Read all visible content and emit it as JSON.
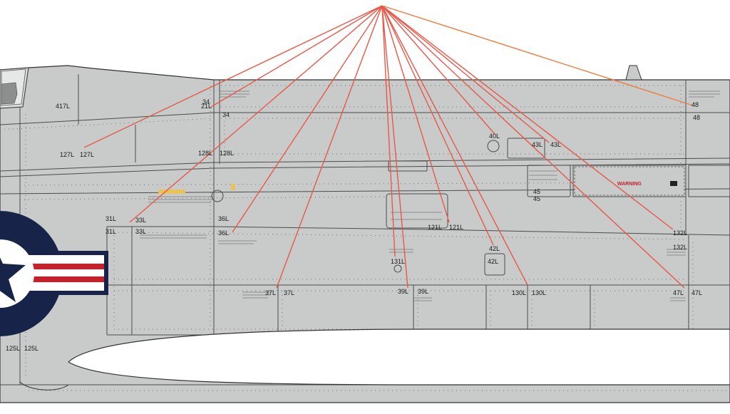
{
  "diagram": {
    "warning_text": "WARNING",
    "labels": {
      "l417": "417L",
      "l21": "21L",
      "l34a": "34",
      "l34b": "34",
      "l48a": "48",
      "l48b": "48",
      "l127a": "127L",
      "l127b": "127L",
      "l128a": "128L",
      "l128b": "128L",
      "l40": "40L",
      "l43a": "43L",
      "l43b": "43L",
      "l45a": "45",
      "l45b": "45",
      "l31a": "31L",
      "l31b": "31L",
      "l33a": "33L",
      "l33b": "33L",
      "l36a": "36L",
      "l36b": "36L",
      "l121a": "121L",
      "l121b": "121L",
      "l131": "131L",
      "l42a": "42L",
      "l42b": "42L",
      "l132a": "132L",
      "l132b": "132L",
      "l37a": "37L",
      "l37b": "37L",
      "l39a": "39L",
      "l39b": "39L",
      "l130a": "130L",
      "l130b": "130L",
      "l47a": "47L",
      "l47b": "47L",
      "l125a": "125L",
      "l125b": "125L"
    },
    "colors": {
      "panel": "#c8cbc9",
      "panel_line": "#4a4d4c",
      "leader": "#e8584a",
      "leader_alt": "#ef7b3c",
      "roundel_blue": "#172348",
      "roundel_red": "#c8202a",
      "warning": "#c8202a"
    }
  }
}
